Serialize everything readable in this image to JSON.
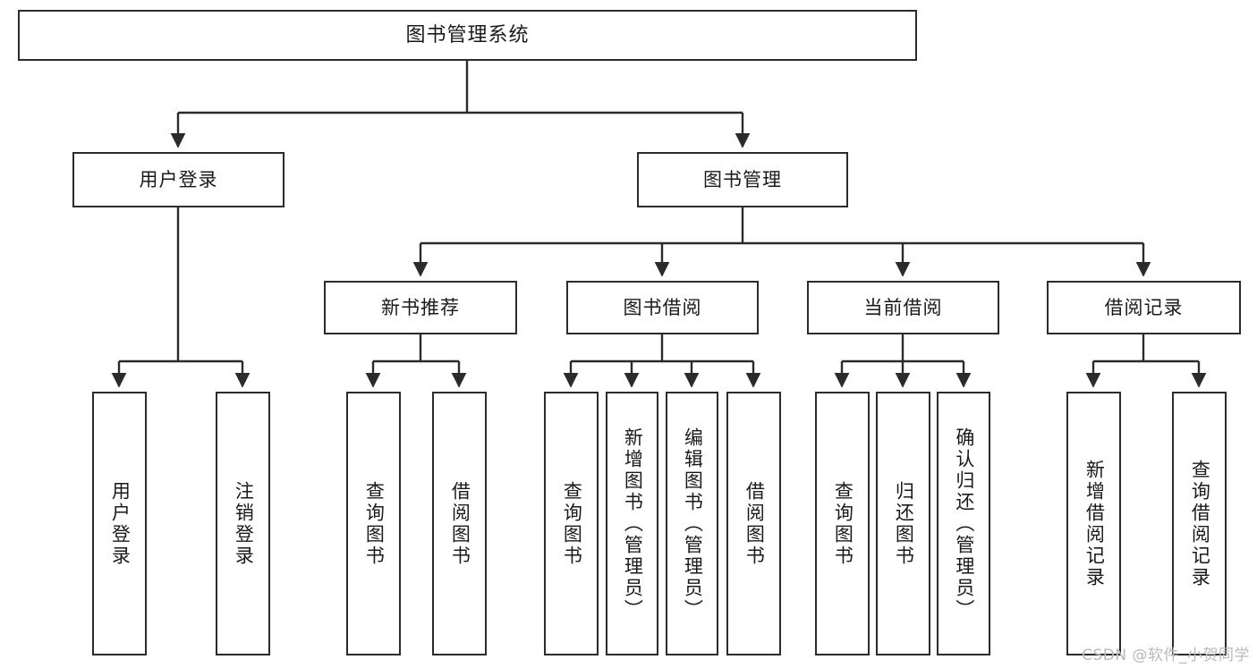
{
  "diagram": {
    "title": "图书管理系统",
    "type": "tree",
    "colors": {
      "box_border": "#2b2b2b",
      "box_fill": "#ffffff",
      "connector": "#2b2b2b",
      "background": "#ffffff",
      "watermark": "#b9b9b9"
    },
    "root": {
      "label": "图书管理系统"
    },
    "level2": [
      {
        "label": "用户登录"
      },
      {
        "label": "图书管理"
      }
    ],
    "level3": [
      {
        "label": "新书推荐"
      },
      {
        "label": "图书借阅"
      },
      {
        "label": "当前借阅"
      },
      {
        "label": "借阅记录"
      }
    ],
    "leaves": {
      "user_login": [
        {
          "label": "用户登录"
        },
        {
          "label": "注销登录"
        }
      ],
      "new_book_recommend": [
        {
          "label": "查询图书"
        },
        {
          "label": "借阅图书"
        }
      ],
      "book_borrow": [
        {
          "label": "查询图书"
        },
        {
          "label": "新增图书（管理员）"
        },
        {
          "label": "编辑图书（管理员）"
        },
        {
          "label": "借阅图书"
        }
      ],
      "current_borrow": [
        {
          "label": "查询图书"
        },
        {
          "label": "归还图书"
        },
        {
          "label": "确认归还（管理员）"
        }
      ],
      "borrow_record": [
        {
          "label": "新增借阅记录"
        },
        {
          "label": "查询借阅记录"
        }
      ]
    }
  },
  "watermark": {
    "text": "CSDN @软件_小贺同学"
  }
}
